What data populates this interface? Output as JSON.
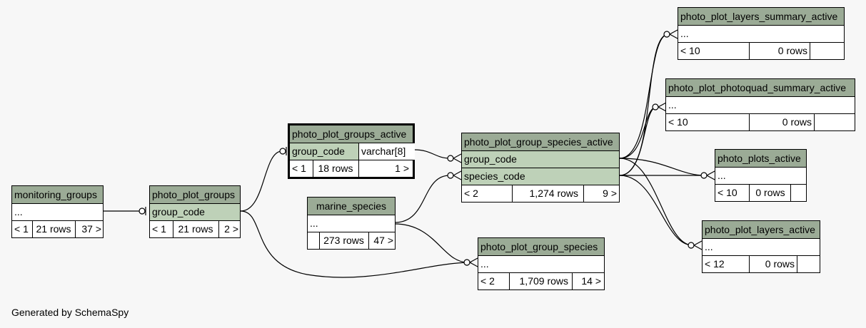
{
  "tables": {
    "monitoring_groups": {
      "name": "monitoring_groups",
      "column": "...",
      "parents": "< 1",
      "rows": "21 rows",
      "children": "37 >"
    },
    "photo_plot_groups": {
      "name": "photo_plot_groups",
      "column": "group_code",
      "parents": "< 1",
      "rows": "21 rows",
      "children": "2 >"
    },
    "photo_plot_groups_active": {
      "name": "photo_plot_groups_active",
      "column": "group_code",
      "column_type": "varchar[8]",
      "parents": "< 1",
      "rows": "18 rows",
      "children": "1 >"
    },
    "marine_species": {
      "name": "marine_species",
      "column": "...",
      "parents": "",
      "rows": "273 rows",
      "children": "47 >"
    },
    "photo_plot_group_species_active": {
      "name": "photo_plot_group_species_active",
      "column1": "group_code",
      "column2": "species_code",
      "parents": "< 2",
      "rows": "1,274 rows",
      "children": "9 >"
    },
    "photo_plot_group_species": {
      "name": "photo_plot_group_species",
      "column": "...",
      "parents": "< 2",
      "rows": "1,709 rows",
      "children": "14 >"
    },
    "photo_plot_layers_summary_active": {
      "name": "photo_plot_layers_summary_active",
      "column": "...",
      "parents": "< 10",
      "rows": "0 rows",
      "children": ""
    },
    "photo_plot_photoquad_summary_active": {
      "name": "photo_plot_photoquad_summary_active",
      "column": "...",
      "parents": "< 10",
      "rows": "0 rows",
      "children": ""
    },
    "photo_plots_active": {
      "name": "photo_plots_active",
      "column": "...",
      "parents": "< 10",
      "rows": "0 rows",
      "children": ""
    },
    "photo_plot_layers_active": {
      "name": "photo_plot_layers_active",
      "column": "...",
      "parents": "< 12",
      "rows": "0 rows",
      "children": ""
    }
  },
  "footer": "Generated by SchemaSpy"
}
